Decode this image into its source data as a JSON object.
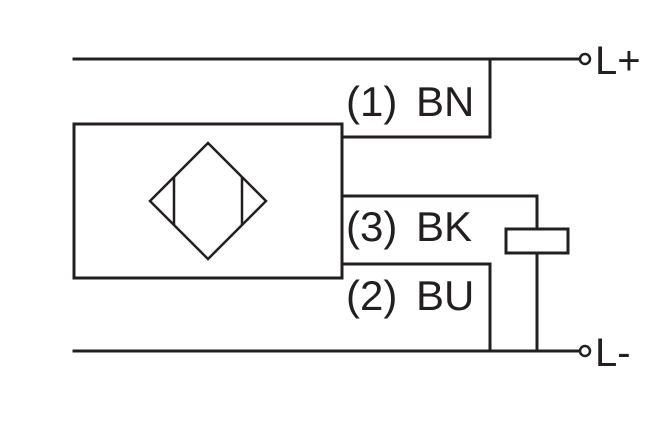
{
  "wires": [
    {
      "number": "(1)",
      "color": "BN"
    },
    {
      "number": "(3)",
      "color": "BK"
    },
    {
      "number": "(2)",
      "color": "BU"
    }
  ],
  "terminals": {
    "positive": "L+",
    "negative": "L-"
  },
  "sensor_symbol": "proximity-sensor-icon",
  "line_color": "#231f20"
}
